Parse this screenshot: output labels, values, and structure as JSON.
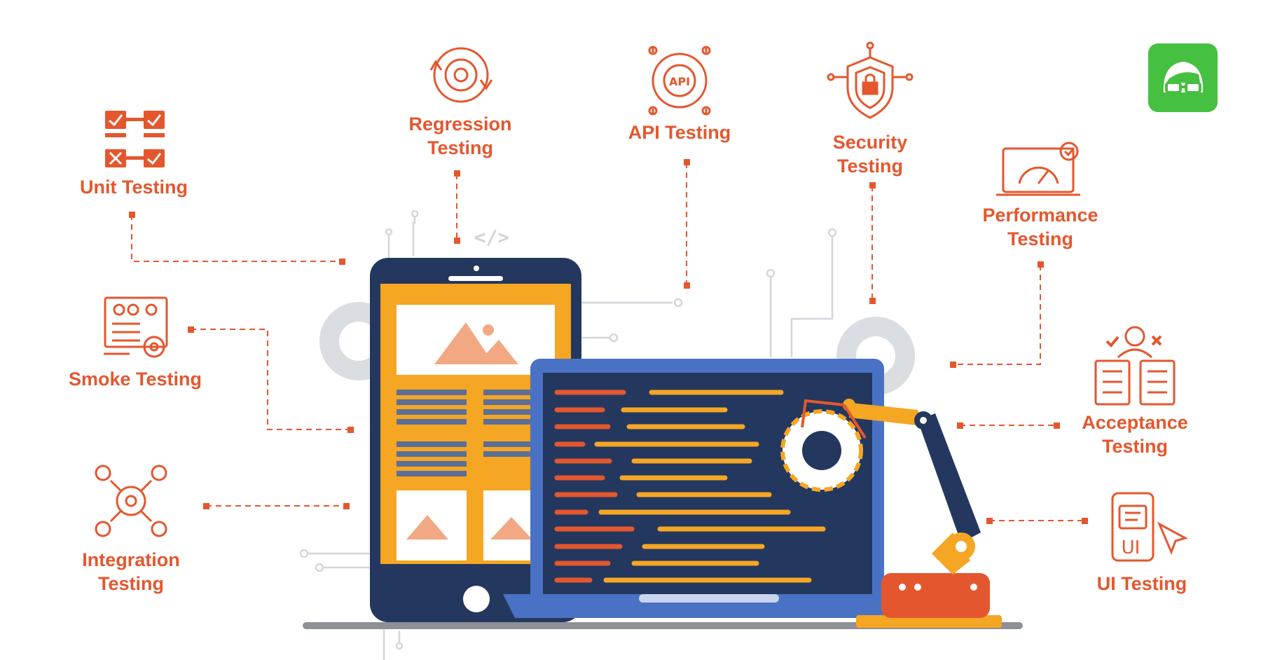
{
  "labels": {
    "unit": [
      "Unit Testing"
    ],
    "regression": [
      "Regression",
      "Testing"
    ],
    "api": [
      "API Testing"
    ],
    "security": [
      "Security",
      "Testing"
    ],
    "performance": [
      "Performance",
      "Testing"
    ],
    "smoke": [
      "Smoke Testing"
    ],
    "acceptance": [
      "Acceptance",
      "Testing"
    ],
    "integration": [
      "Integration",
      "Testing"
    ],
    "ui": [
      "UI Testing"
    ]
  },
  "icon_text": {
    "api": "API",
    "ui": "UI",
    "code_tag": "</>"
  },
  "icons": [
    "checklist-icon",
    "regression-gear-icon",
    "api-gear-icon",
    "security-shield-icon",
    "performance-gauge-icon",
    "smoke-dashboard-icon",
    "acceptance-user-icon",
    "integration-gears-icon",
    "ui-phone-icon",
    "brand-logo-icon"
  ],
  "colors": {
    "accent": "#e4572e",
    "navy": "#24375e",
    "orange": "#f5a623",
    "blue": "#4a72c4",
    "green": "#45c040"
  }
}
